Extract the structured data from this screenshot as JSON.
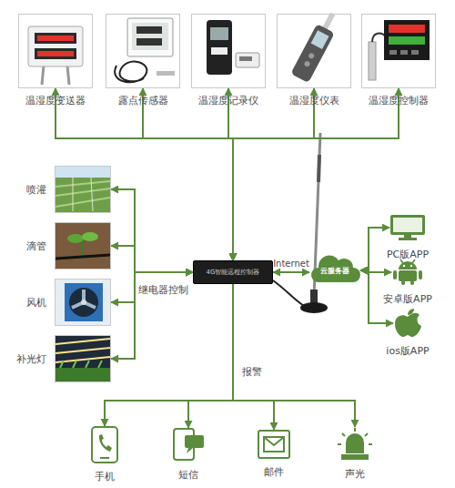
{
  "diagram": {
    "nodes": [
      {
        "text": [
          "温湿度变送器"
        ]
      },
      {
        "text": [
          "露点传感器"
        ]
      },
      {
        "text": [
          "温湿度记录仪"
        ]
      },
      {
        "text": [
          "温湿度仪表"
        ]
      },
      {
        "text": [
          "温湿度控制器"
        ]
      },
      {
        "text": [
          "4G智能远程控制器"
        ]
      },
      {
        "text": [
          "喷灌"
        ]
      },
      {
        "text": [
          "滴管"
        ]
      },
      {
        "text": [
          "风机"
        ]
      },
      {
        "text": [
          "补光灯"
        ]
      },
      {
        "text": [
          "云服务器"
        ]
      },
      {
        "text": [
          "PC版APP"
        ]
      },
      {
        "text": [
          "安卓版APP"
        ]
      },
      {
        "text": [
          "ios版APP"
        ]
      },
      {
        "text": [
          "手机"
        ]
      },
      {
        "text": [
          "短信"
        ]
      },
      {
        "text": [
          "邮件"
        ]
      },
      {
        "text": [
          "声光"
        ]
      }
    ],
    "edges": [
      {
        "from": 5,
        "to": 0,
        "arrow": "both"
      },
      {
        "from": 5,
        "to": 1,
        "arrow": "both"
      },
      {
        "from": 5,
        "to": 2,
        "arrow": "both"
      },
      {
        "from": 5,
        "to": 3,
        "arrow": "both"
      },
      {
        "from": 5,
        "to": 4,
        "arrow": "both"
      },
      {
        "from": 5,
        "to": 6,
        "arrow": "both"
      },
      {
        "from": 5,
        "to": 7,
        "arrow": "both"
      },
      {
        "from": 5,
        "to": 8,
        "arrow": "both"
      },
      {
        "from": 5,
        "to": 9,
        "arrow": "both"
      },
      {
        "from": 5,
        "to": 10,
        "label": "Internet",
        "arrow": "both"
      },
      {
        "from": 10,
        "to": 11,
        "arrow": "both"
      },
      {
        "from": 10,
        "to": 12,
        "arrow": "both"
      },
      {
        "from": 10,
        "to": 13,
        "arrow": "both"
      },
      {
        "from": 5,
        "to": 14,
        "arrow": "to"
      },
      {
        "from": 5,
        "to": 15,
        "arrow": "to"
      },
      {
        "from": 5,
        "to": 16,
        "arrow": "to"
      },
      {
        "from": 5,
        "to": 17,
        "arrow": "to"
      }
    ],
    "labels": [
      "继电器控制",
      "报警"
    ]
  }
}
